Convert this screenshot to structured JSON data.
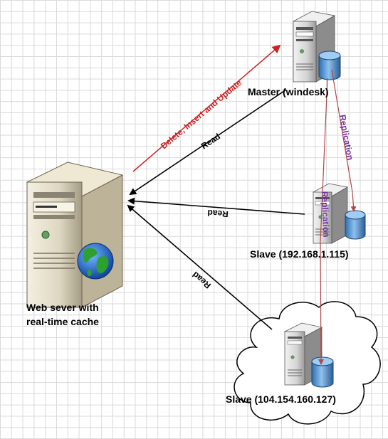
{
  "nodes": {
    "web": {
      "caption_line1": "Web sever with",
      "caption_line2": "real-time cache"
    },
    "master": {
      "caption": "Master (windesk)"
    },
    "slave1": {
      "caption": "Slave (192.168.1.115)"
    },
    "slave2": {
      "caption": "Slave (104.154.160.127)"
    }
  },
  "edges": {
    "write": {
      "label": "Delete, Insert and Update",
      "color": "#cc2222"
    },
    "read_master": {
      "label": "Read"
    },
    "read_slave1": {
      "label": "Read"
    },
    "read_slave2": {
      "label": "Read"
    },
    "repl_slave1": {
      "label": "Replication",
      "color": "#7030a0"
    },
    "repl_slave2": {
      "label": "Replication",
      "color": "#7030a0"
    }
  },
  "colors": {
    "arrow": "#000000",
    "replication_line": "#b04848"
  }
}
